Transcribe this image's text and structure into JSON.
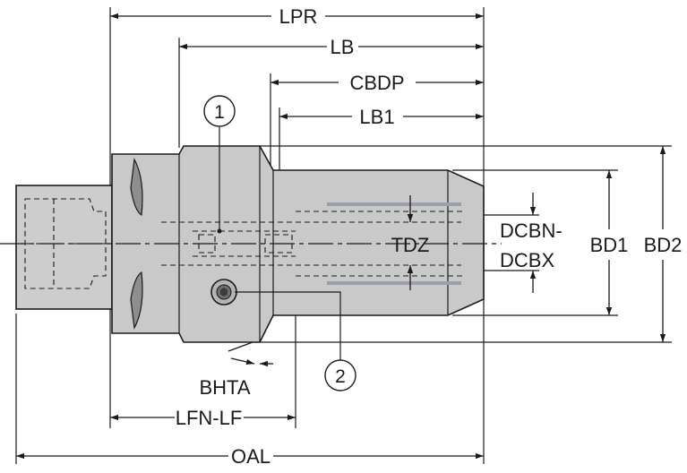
{
  "dimensions": {
    "lpr": "LPR",
    "lb": "LB",
    "cbdp": "CBDP",
    "lb1": "LB1",
    "dcbn": "DCBN-",
    "dcbx": "DCBX",
    "tdz": "TDZ",
    "bd1": "BD1",
    "bd2": "BD2",
    "bhta": "BHTA",
    "lfn_lf": "LFN-LF",
    "oal": "OAL"
  },
  "callouts": {
    "one": "1",
    "two": "2"
  },
  "colors": {
    "body_fill": "#c9c9c9",
    "shank_fill": "#cdcdcd",
    "line": "#1a1a1a",
    "bore_stripe": "#9aa0b0"
  }
}
